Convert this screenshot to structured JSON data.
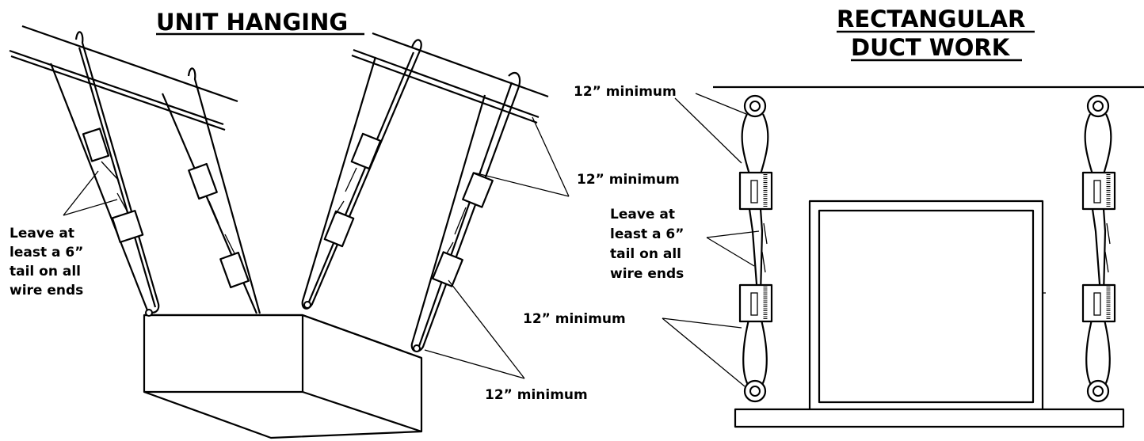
{
  "left_panel": {
    "title": "UNIT HANGING",
    "tail_note": [
      "Leave at",
      "least a 6”",
      "tail on all",
      "wire ends"
    ],
    "min_label_upper": "12” minimum",
    "min_label_lower": "12” minimum"
  },
  "right_panel": {
    "title": [
      "RECTANGULAR",
      "DUCT WORK"
    ],
    "min_label_top": "12” minimum",
    "tail_note": [
      "Leave at",
      "least a 6”",
      "tail on all",
      "wire ends"
    ],
    "min_label_bottom": "12” minimum"
  }
}
